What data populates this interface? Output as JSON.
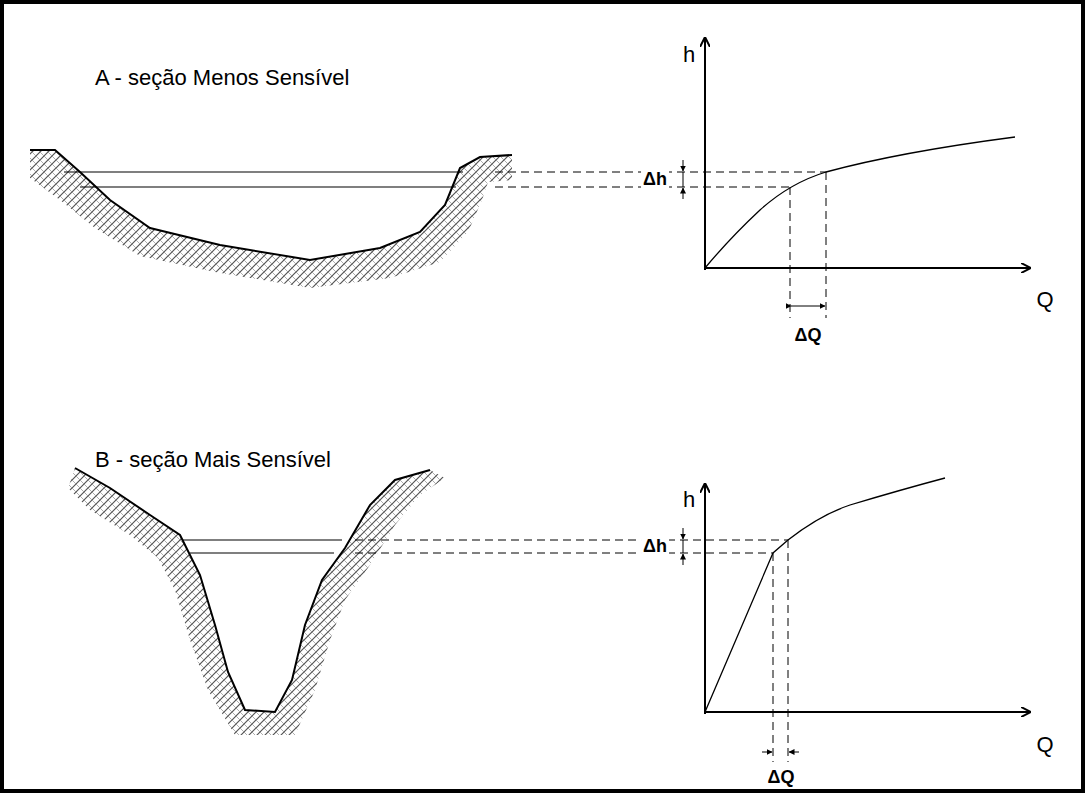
{
  "diagram": {
    "labels": [
      "A - seção Menos Sensível",
      "h",
      "Q",
      "Δh",
      "ΔQ",
      "B - seção Mais Sensível",
      "h",
      "Δh",
      "Q",
      "ΔQ"
    ]
  }
}
